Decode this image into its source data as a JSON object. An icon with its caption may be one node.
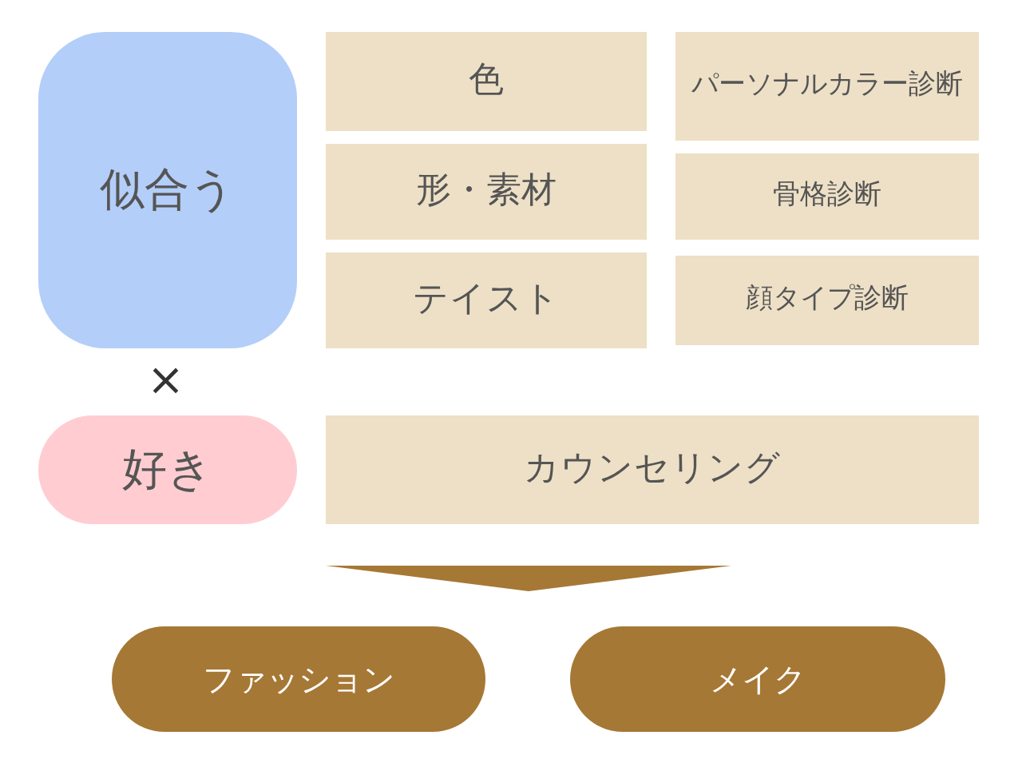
{
  "diagram": {
    "nodes": [
      {
        "text": [
          "似合う"
        ]
      },
      {
        "text": [
          "好き"
        ]
      },
      {
        "text": [
          "色"
        ]
      },
      {
        "text": [
          "形・素材"
        ]
      },
      {
        "text": [
          "テイスト"
        ]
      },
      {
        "text": [
          "パーソナルカラー診断"
        ]
      },
      {
        "text": [
          "骨格診断"
        ]
      },
      {
        "text": [
          "顔タイプ診断"
        ]
      },
      {
        "text": [
          "カウンセリング"
        ]
      },
      {
        "text": [
          "ファッション"
        ]
      },
      {
        "text": [
          "メイク"
        ]
      }
    ],
    "labels": [
      "×"
    ]
  }
}
